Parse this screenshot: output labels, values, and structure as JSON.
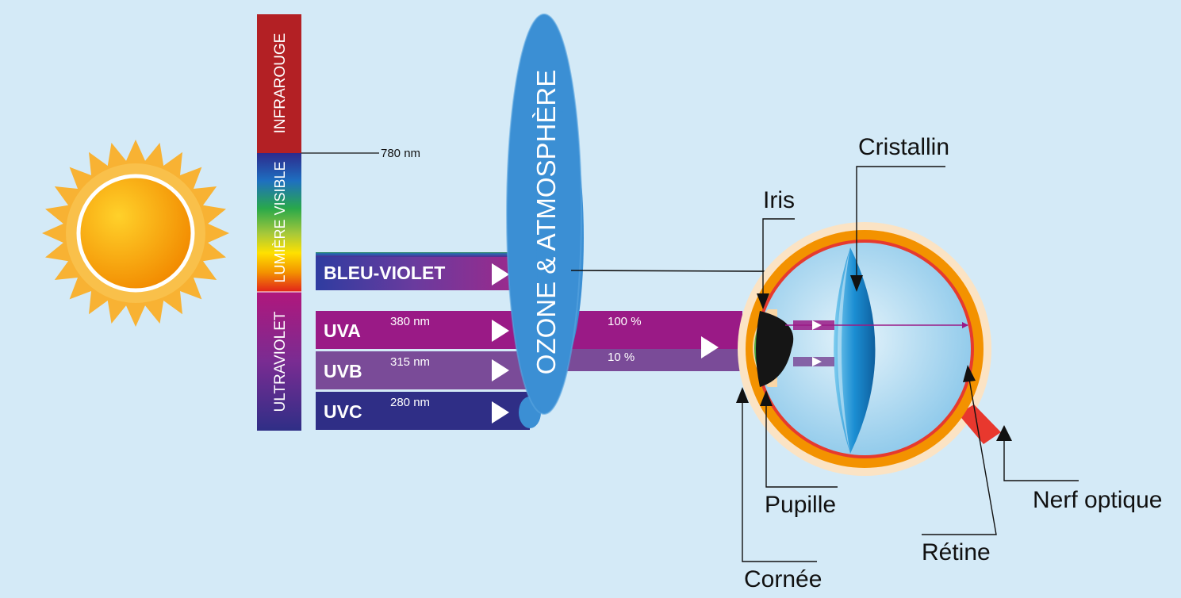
{
  "spectrum": {
    "infrared": "INFRAROUGE",
    "visible": "LUMIÈRE VISIBLE",
    "ultraviolet": "ULTRAVIOLET",
    "boundary_780": "780 nm"
  },
  "bands": {
    "blue_violet": "BLEU-VIOLET",
    "uva": {
      "label": "UVA",
      "wavelength": "380 nm"
    },
    "uvb": {
      "label": "UVB",
      "wavelength": "315 nm"
    },
    "uvc": {
      "label": "UVC",
      "wavelength": "280 nm"
    }
  },
  "cloud_label": "OZONE & ATMOSPHÈRE",
  "transmission": {
    "uva": "100 %",
    "uvb": "10 %"
  },
  "eye": {
    "lens": "Cristallin",
    "iris": "Iris",
    "pupil": "Pupille",
    "optic_nerve": "Nerf optique",
    "retina": "Rétine",
    "cornea": "Cornée"
  },
  "colors": {
    "background": "#d4eaf7",
    "infrared": "#b32024",
    "uva": "#9a1a86",
    "uvb": "#7a4b98",
    "uvc": "#2f2e86",
    "cloud": "#3b8fd4",
    "eye_orange": "#f39200"
  }
}
